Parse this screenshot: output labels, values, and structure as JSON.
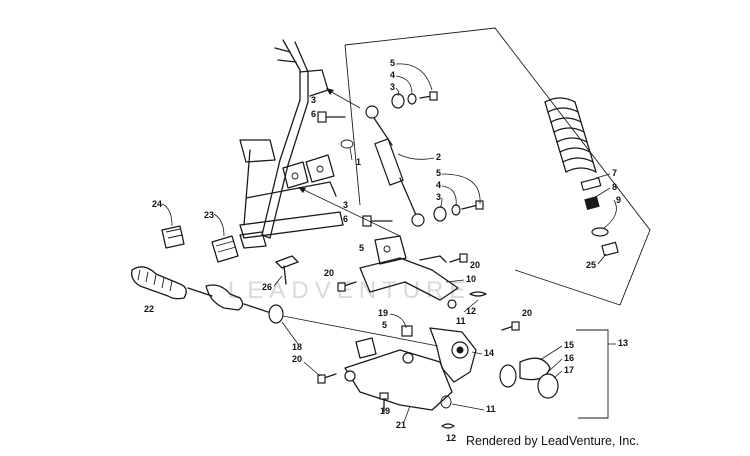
{
  "watermark": "LEADVENTURE",
  "credit": "Rendered by LeadVenture, Inc.",
  "callouts": {
    "c1": "1",
    "c2": "2",
    "c3a": "3",
    "c3b": "3",
    "c3c": "3",
    "c3d": "3",
    "c4a": "4",
    "c4b": "4",
    "c5a": "5",
    "c5b": "5",
    "c5c": "5",
    "c5d": "5",
    "c6a": "6",
    "c6b": "6",
    "c7": "7",
    "c8": "8",
    "c9": "9",
    "c10": "10",
    "c11a": "11",
    "c11b": "11",
    "c12a": "12",
    "c12b": "12",
    "c13": "13",
    "c14": "14",
    "c15": "15",
    "c16": "16",
    "c17": "17",
    "c18": "18",
    "c19a": "19",
    "c19b": "19",
    "c20a": "20",
    "c20b": "20",
    "c20c": "20",
    "c20d": "20",
    "c21": "21",
    "c22": "22",
    "c23": "23",
    "c24": "24",
    "c25": "25",
    "c26": "26"
  }
}
